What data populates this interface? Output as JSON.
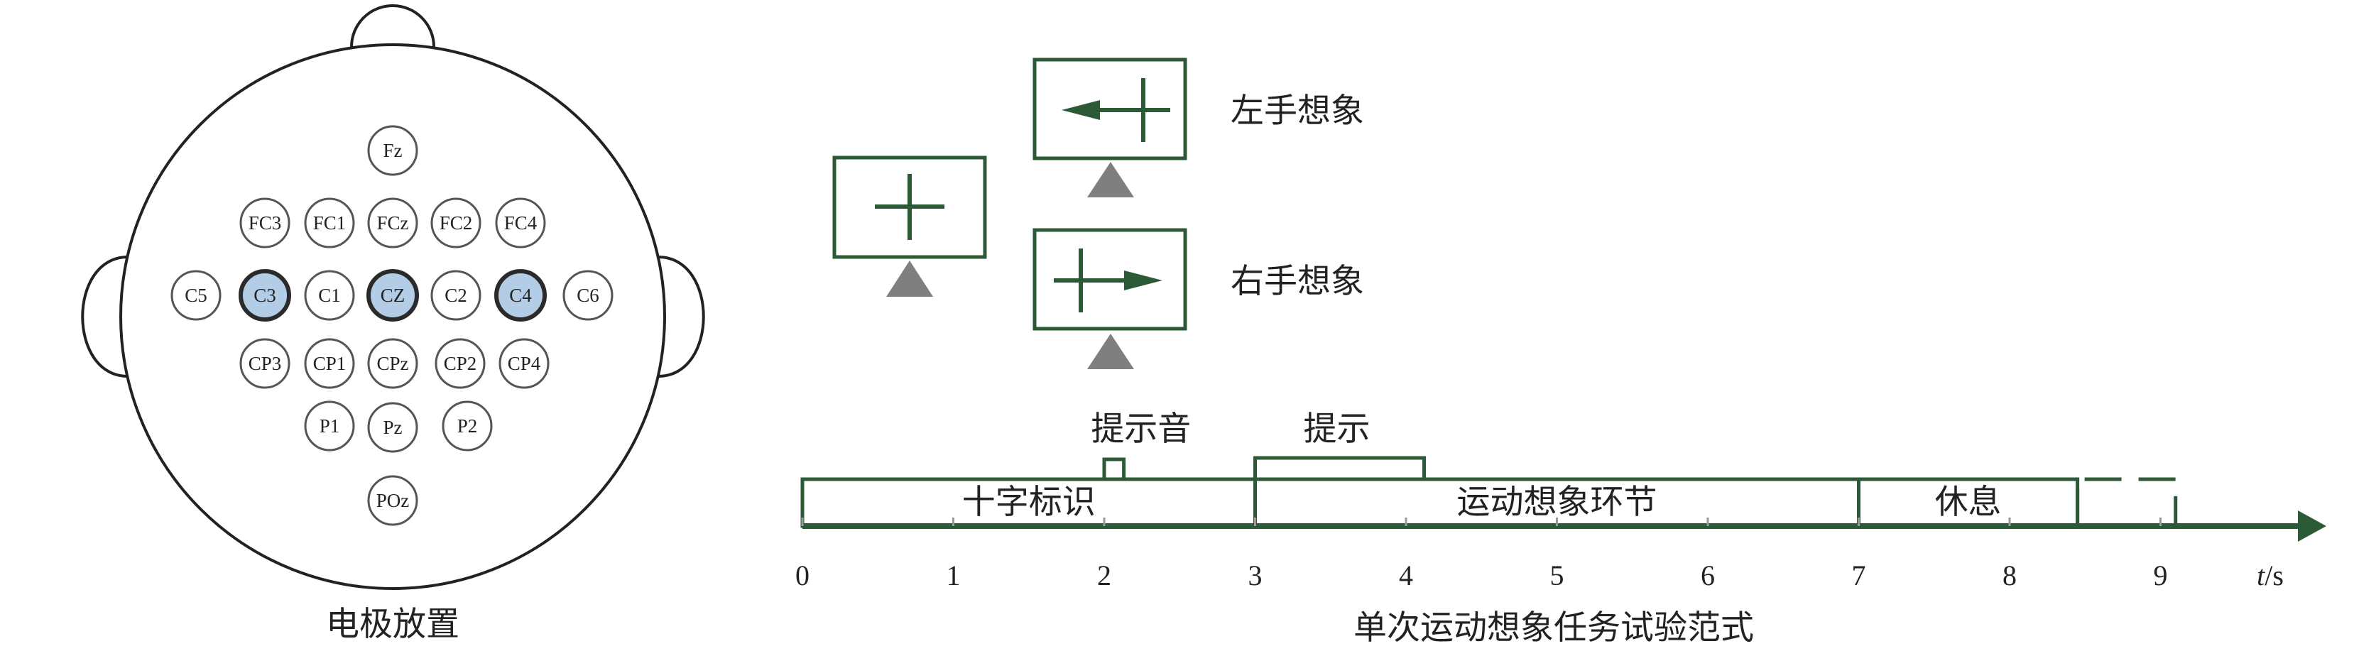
{
  "electrode_panel": {
    "caption": "电极放置",
    "electrodes": [
      {
        "label": "Fz",
        "highlight": false
      },
      {
        "label": "FC3",
        "highlight": false
      },
      {
        "label": "FC1",
        "highlight": false
      },
      {
        "label": "FCz",
        "highlight": false
      },
      {
        "label": "FC2",
        "highlight": false
      },
      {
        "label": "FC4",
        "highlight": false
      },
      {
        "label": "C5",
        "highlight": false
      },
      {
        "label": "C3",
        "highlight": true
      },
      {
        "label": "C1",
        "highlight": false
      },
      {
        "label": "CZ",
        "highlight": true
      },
      {
        "label": "C2",
        "highlight": false
      },
      {
        "label": "C4",
        "highlight": true
      },
      {
        "label": "C6",
        "highlight": false
      },
      {
        "label": "CP3",
        "highlight": false
      },
      {
        "label": "CP1",
        "highlight": false
      },
      {
        "label": "CPz",
        "highlight": false
      },
      {
        "label": "CP2",
        "highlight": false
      },
      {
        "label": "CP4",
        "highlight": false
      },
      {
        "label": "P1",
        "highlight": false
      },
      {
        "label": "Pz",
        "highlight": false
      },
      {
        "label": "P2",
        "highlight": false
      },
      {
        "label": "POz",
        "highlight": false
      }
    ],
    "highlight_color": "#b4cde6"
  },
  "paradigm_panel": {
    "caption": "单次运动想象任务试验范式",
    "left_imagery_label": "左手想象",
    "right_imagery_label": "右手想象",
    "cue_tone_label": "提示音",
    "cue_label": "提示",
    "phases": [
      {
        "label": "十字标识",
        "start": 0,
        "end": 3
      },
      {
        "label": "运动想象环节",
        "start": 3,
        "end": 7
      },
      {
        "label": "休息",
        "start": 7,
        "end": 8.45
      }
    ],
    "cue_tone_interval": [
      2.0,
      2.13
    ],
    "cue_interval": [
      3.0,
      4.12
    ],
    "next_trial_interval": [
      8.45,
      9.1
    ],
    "axis_ticks": [
      "0",
      "1",
      "2",
      "3",
      "4",
      "5",
      "6",
      "7",
      "8",
      "9"
    ],
    "axis_unit_italic": "t",
    "axis_unit_rest": "/s",
    "line_color": "#2d5a36",
    "marker_color": "#7f7f7f"
  }
}
